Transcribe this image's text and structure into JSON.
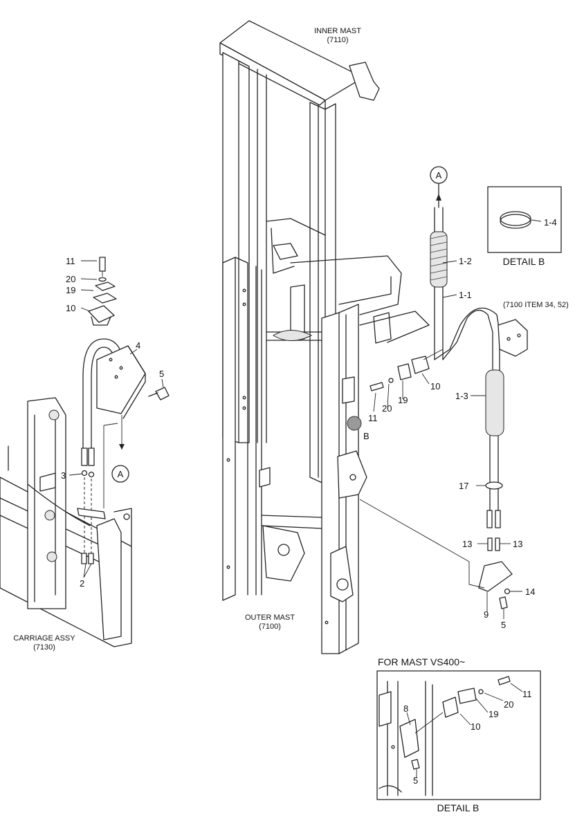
{
  "labels": {
    "inner_mast": "INNER MAST",
    "inner_mast_code": "(7110)",
    "outer_mast": "OUTER MAST",
    "outer_mast_code": "(7100)",
    "carriage": "CARRIAGE ASSY",
    "carriage_code": "(7130)",
    "detail_b": "DETAIL B",
    "detail_b_bottom": "DETAIL B",
    "item_ref": "(7100 ITEM 34, 52)",
    "for_mast": "FOR MAST VS400~",
    "view_a": "A",
    "view_a_top": "A",
    "view_b": "B"
  },
  "parts": {
    "p11_left": "11",
    "p20_left": "20",
    "p19_left": "19",
    "p10_left": "10",
    "p4": "4",
    "p5_left": "5",
    "p3": "3",
    "p2": "2",
    "p1_4": "1-4",
    "p1_2": "1-2",
    "p1_1": "1-1",
    "p1_3": "1-3",
    "p10_mid": "10",
    "p19_mid": "19",
    "p20_mid": "20",
    "p11_mid": "11",
    "p17": "17",
    "p13_left": "13",
    "p13_right": "13",
    "p14": "14",
    "p9": "9",
    "p5_right": "5",
    "p8": "8",
    "p11_det": "11",
    "p20_det": "20",
    "p19_det": "19",
    "p10_det": "10",
    "p5_det": "5"
  }
}
